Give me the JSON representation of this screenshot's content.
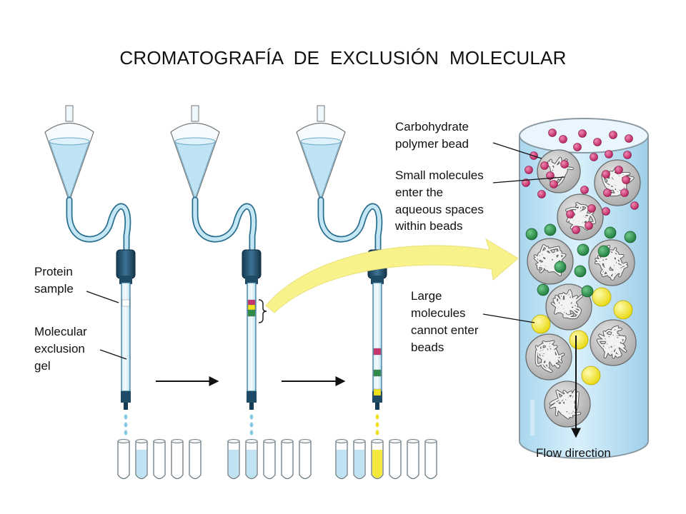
{
  "title": "CROMATOGRAFÍA  DE  EXCLUSIÓN  MOLECULAR",
  "labels": {
    "protein_sample": [
      "Protein",
      "sample"
    ],
    "exclusion_gel": [
      "Molecular",
      "exclusion",
      "gel"
    ],
    "carbohydrate_bead": [
      "Carbohydrate",
      "polymer bead"
    ],
    "small_molecules": [
      "Small molecules",
      "enter the",
      "aqueous spaces",
      "within beads"
    ],
    "large_molecules": [
      "Large",
      "molecules",
      "cannot enter",
      "beads"
    ],
    "flow_direction": "Flow direction"
  },
  "colors": {
    "small_molecule": "#c8326e",
    "medium_molecule": "#2e8b4a",
    "large_molecule": "#f2e21a",
    "liquid": "#bfe3f2",
    "tube_outline": "#2a6f8e",
    "column_cap": "#1f4a66",
    "bead_fill": "#bdbdbd",
    "highlight_arrow": "#f7f28a"
  },
  "collection_tubes": {
    "stage_1": [
      "empty",
      "liquid",
      "empty",
      "empty",
      "empty"
    ],
    "stage_2": [
      "liquid",
      "liquid",
      "empty",
      "empty",
      "empty"
    ],
    "stage_3": [
      "liquid",
      "liquid",
      "yellow",
      "empty",
      "empty",
      "empty"
    ]
  }
}
